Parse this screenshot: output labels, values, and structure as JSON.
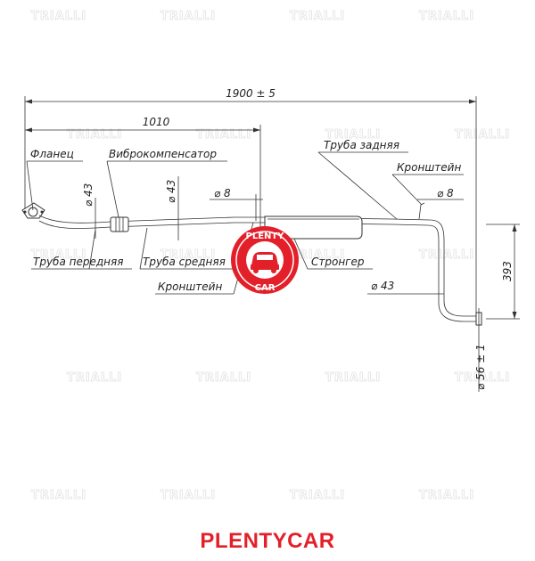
{
  "watermark_text": "TRIALLI",
  "dimensions": {
    "total_length": "1900 ± 5",
    "front_length": "1010",
    "front_pipe_diameter": "⌀ 43",
    "middle_pipe_diameter": "⌀ 43",
    "bracket_mid_diameter": "⌀ 8",
    "bracket_rear_diameter": "⌀ 8",
    "rear_pipe_diameter": "⌀ 43",
    "outlet_diameter": "⌀ 56 ± 1",
    "vertical_offset": "393"
  },
  "labels": {
    "flange": "Фланец",
    "flex_joint": "Виброкомпенсатор",
    "rear_pipe": "Труба задняя",
    "bracket_rear": "Кронштейн",
    "front_pipe": "Труба передняя",
    "middle_pipe": "Труба средняя",
    "stronger": "Стронгер",
    "bracket_mid": "Кронштейн"
  },
  "badge": {
    "top_text": "PLENTY",
    "bottom_text": "CAR",
    "color": "#e3202a"
  },
  "brand": {
    "text": "PLENTYCAR",
    "color": "#e3202a"
  }
}
